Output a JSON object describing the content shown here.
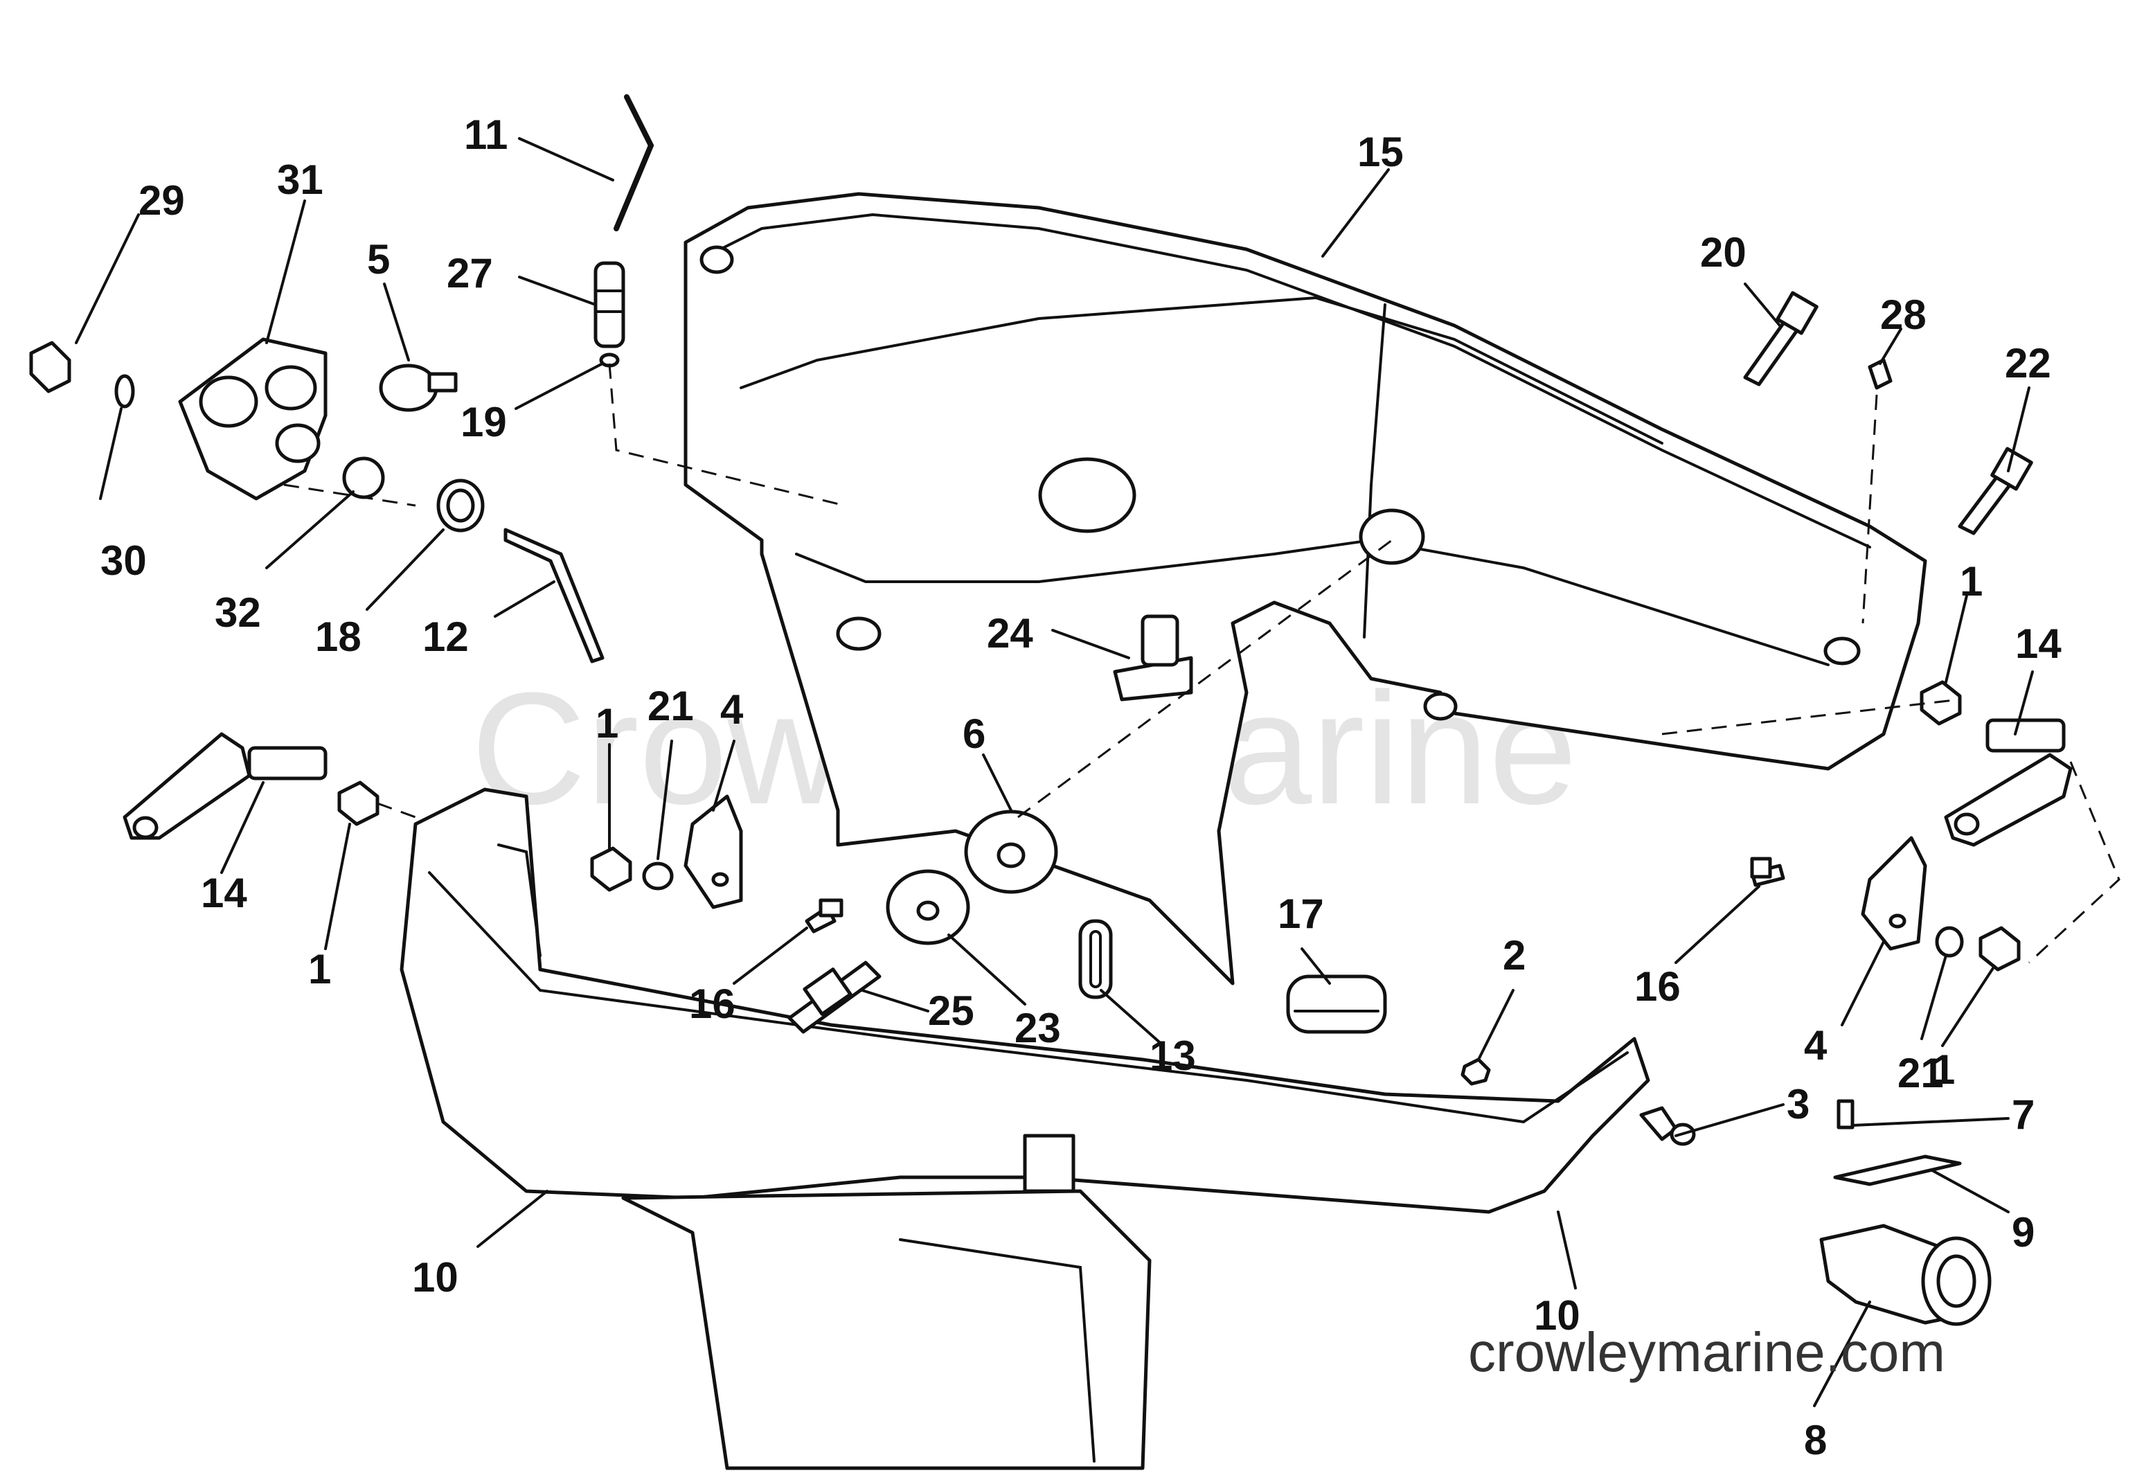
{
  "watermark": "Crowley Marine",
  "footer_url": "crowleymarine.com",
  "callouts": [
    {
      "id": "c1a",
      "label": "1"
    },
    {
      "id": "c1b",
      "label": "1"
    },
    {
      "id": "c1c",
      "label": "1"
    },
    {
      "id": "c1d",
      "label": "1"
    },
    {
      "id": "c2",
      "label": "2"
    },
    {
      "id": "c3",
      "label": "3"
    },
    {
      "id": "c4a",
      "label": "4"
    },
    {
      "id": "c4b",
      "label": "4"
    },
    {
      "id": "c5",
      "label": "5"
    },
    {
      "id": "c6",
      "label": "6"
    },
    {
      "id": "c7",
      "label": "7"
    },
    {
      "id": "c8",
      "label": "8"
    },
    {
      "id": "c9",
      "label": "9"
    },
    {
      "id": "c10a",
      "label": "10"
    },
    {
      "id": "c10b",
      "label": "10"
    },
    {
      "id": "c11",
      "label": "11"
    },
    {
      "id": "c12",
      "label": "12"
    },
    {
      "id": "c13",
      "label": "13"
    },
    {
      "id": "c14a",
      "label": "14"
    },
    {
      "id": "c14b",
      "label": "14"
    },
    {
      "id": "c15",
      "label": "15"
    },
    {
      "id": "c16a",
      "label": "16"
    },
    {
      "id": "c16b",
      "label": "16"
    },
    {
      "id": "c17",
      "label": "17"
    },
    {
      "id": "c18",
      "label": "18"
    },
    {
      "id": "c19",
      "label": "19"
    },
    {
      "id": "c20",
      "label": "20"
    },
    {
      "id": "c21a",
      "label": "21"
    },
    {
      "id": "c21b",
      "label": "21"
    },
    {
      "id": "c22",
      "label": "22"
    },
    {
      "id": "c23",
      "label": "23"
    },
    {
      "id": "c24",
      "label": "24"
    },
    {
      "id": "c25",
      "label": "25"
    },
    {
      "id": "c27",
      "label": "27"
    },
    {
      "id": "c28",
      "label": "28"
    },
    {
      "id": "c29",
      "label": "29"
    },
    {
      "id": "c30",
      "label": "30"
    },
    {
      "id": "c31",
      "label": "31"
    },
    {
      "id": "c32",
      "label": "32"
    }
  ]
}
